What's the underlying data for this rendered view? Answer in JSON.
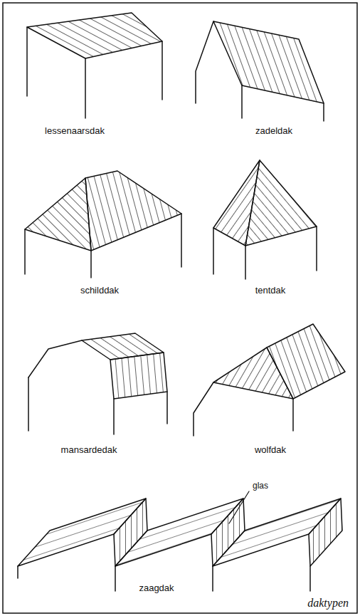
{
  "diagram": {
    "caption": "daktypen",
    "labels": [
      "lessenaarsdak",
      "zadeldak",
      "schilddak",
      "tentdak",
      "mansardedak",
      "wolfdak",
      "glas",
      "zaagdak"
    ]
  }
}
